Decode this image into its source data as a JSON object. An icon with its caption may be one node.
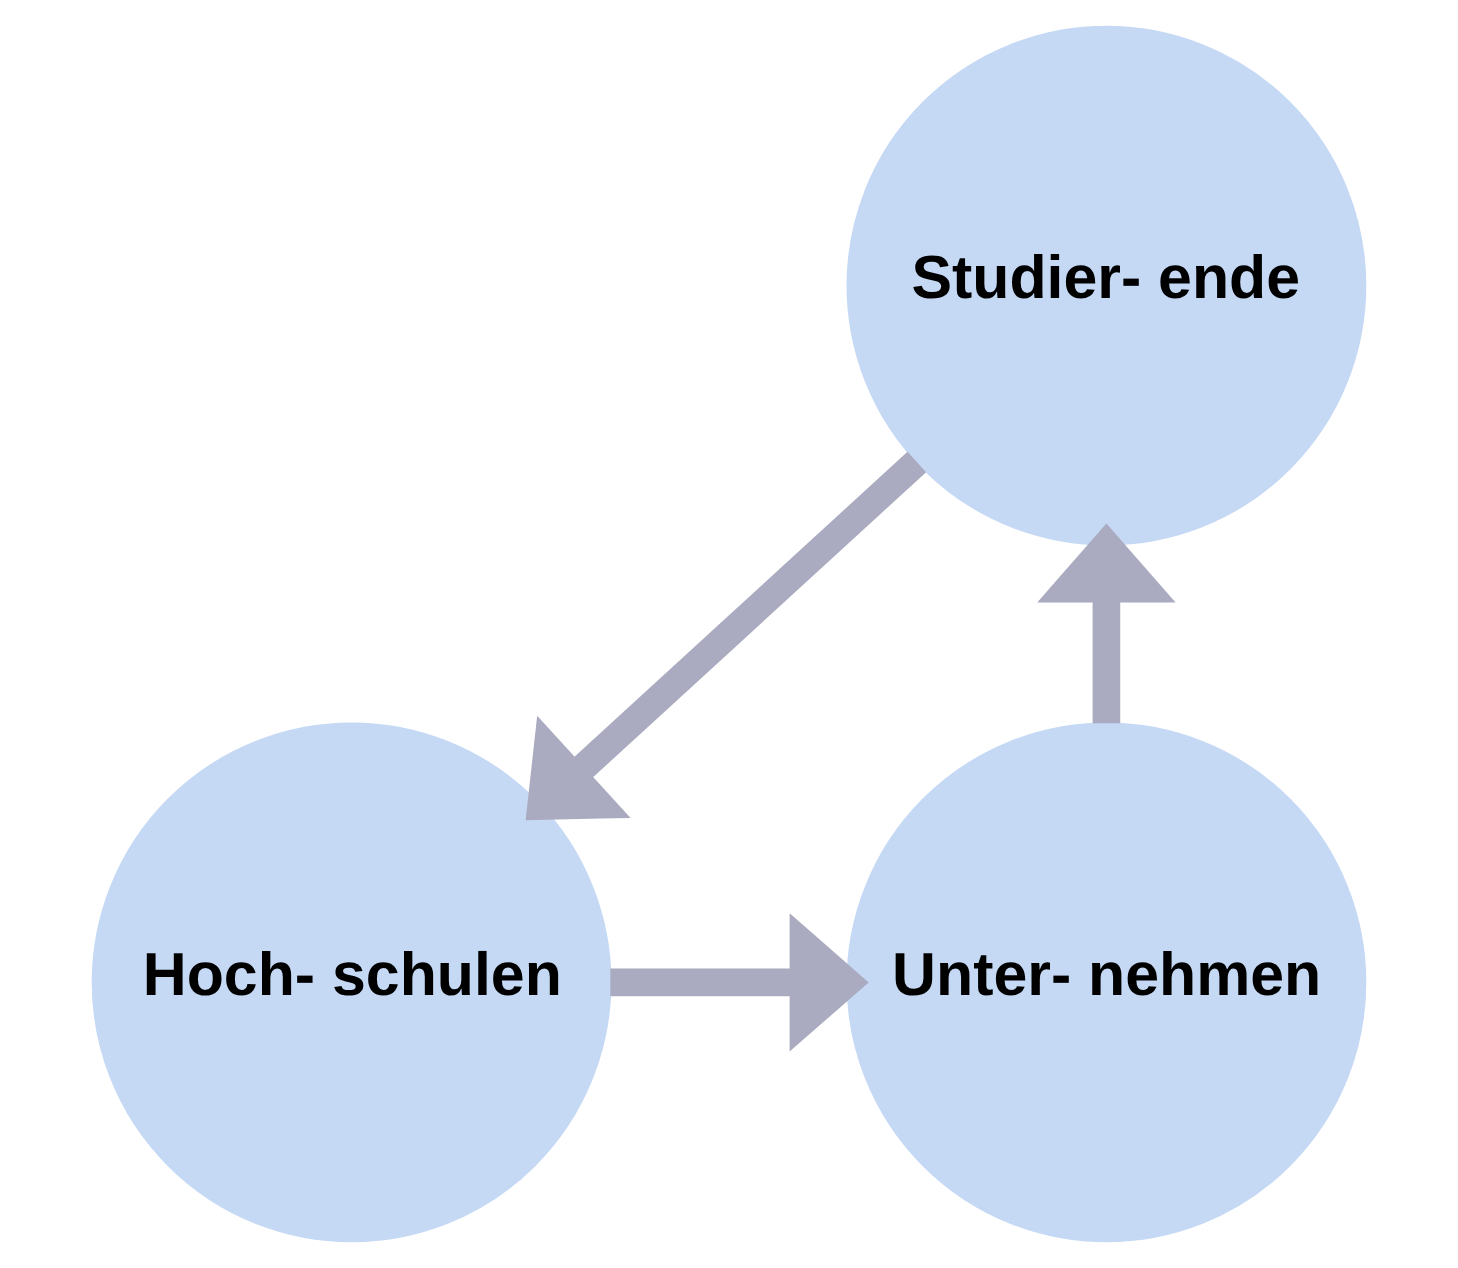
{
  "diagram": {
    "nodes": [
      {
        "text": [
          "Studier- ende"
        ]
      },
      {
        "text": [
          "Unter- nehmen"
        ]
      },
      {
        "text": [
          "Hoch- schulen"
        ]
      }
    ],
    "edges": [
      {
        "from": 0,
        "to": 2,
        "arrow": "to"
      },
      {
        "from": 2,
        "to": 1,
        "arrow": "to"
      },
      {
        "from": 1,
        "to": 0,
        "arrow": "to"
      }
    ]
  }
}
